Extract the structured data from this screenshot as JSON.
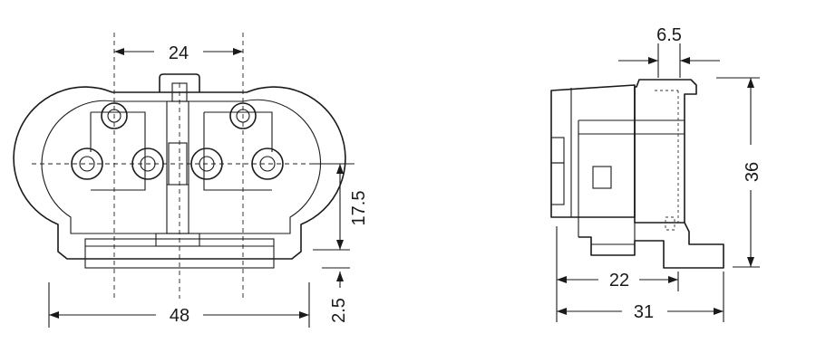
{
  "dimensions": {
    "front_pin_spacing": "24",
    "front_total_width": "48",
    "front_half_height": "17.5",
    "front_bottom_offset": "2.5",
    "side_tab_width": "6.5",
    "side_height": "36",
    "side_body_depth": "22",
    "side_total_depth": "31"
  },
  "colors": {
    "line": "#1a1a1a",
    "background": "#ffffff"
  }
}
